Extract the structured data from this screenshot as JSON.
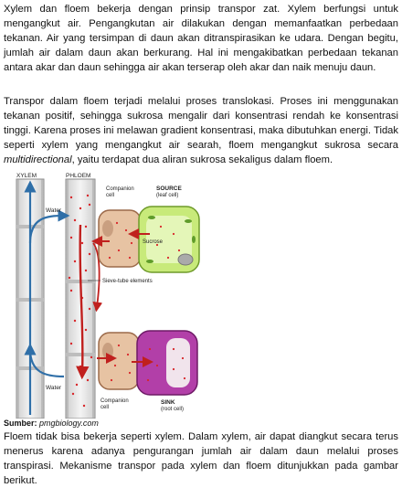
{
  "paragraphs": {
    "p1": "Xylem dan floem bekerja dengan prinsip transpor zat. Xylem berfungsi untuk mengangkut air. Pengangkutan air dilakukan dengan memanfaatkan perbedaan tekanan. Air yang tersimpan di daun akan ditranspirasikan ke udara. Dengan begitu, jumlah air dalam daun akan berkurang. Hal ini mengakibatkan perbedaan tekanan antara akar dan daun sehingga air akan terserap oleh akar dan naik menuju daun.",
    "p2_before": "Transpor dalam floem terjadi melalui proses translokasi. Proses ini menggunakan tekanan positif, sehingga sukrosa mengalir dari konsentrasi rendah ke konsentrasi tinggi. Karena proses ini melawan gradient konsentrasi, maka dibutuhkan energi. Tidak seperti xylem yang mengangkut air searah, floem mengangkut sukrosa secara ",
    "p2_italic": "multidirectional",
    "p2_after": ", yaitu terdapat dua aliran sukrosa sekaligus dalam floem.",
    "p3": "Floem tidak bisa bekerja seperti xylem. Dalam xylem, air dapat diangkut secara terus menerus karena adanya pengurangan jumlah air dalam daun melalui proses transpirasi. Mekanisme transpor pada xylem dan floem ditunjukkan pada gambar berikut."
  },
  "figure": {
    "label_xylem": "XYLEM",
    "label_phloem": "PHLOEM",
    "label_water_top": "Water",
    "label_water_bottom": "Water",
    "label_companion_top_1": "Companion",
    "label_companion_top_2": "cell",
    "label_companion_bottom_1": "Companion",
    "label_companion_bottom_2": "cell",
    "label_source": "SOURCE",
    "label_source_sub": "(leaf cell)",
    "label_sucrose": "Sucrose",
    "label_sieve": "Sieve-tube elements",
    "label_sink": "SINK",
    "label_sink_sub": "(root cell)"
  },
  "caption": {
    "prefix": "Sumber:",
    "source": " pmgbiology.com"
  },
  "colors": {
    "xylem_arrow": "#2f6fa8",
    "phloem_arrow": "#c0201e",
    "source_cell": "#c8ea7a",
    "sink_cell": "#b23fa8",
    "companion_cell": "#e7c3a3"
  }
}
